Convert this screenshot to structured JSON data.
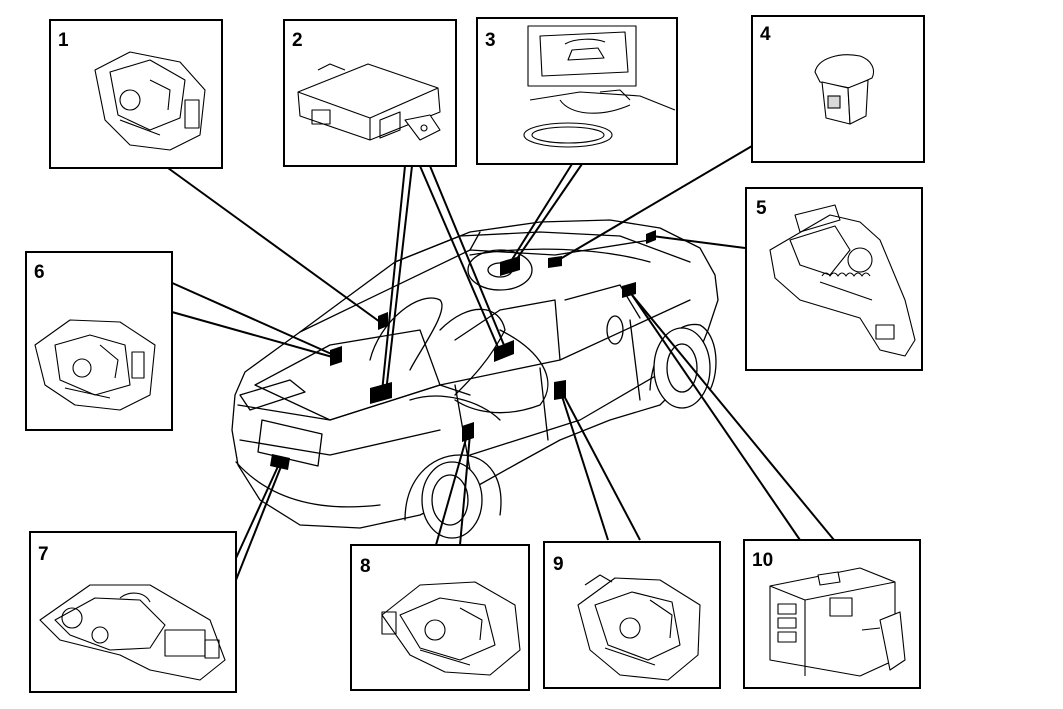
{
  "callouts": [
    {
      "id": "1",
      "label": "1"
    },
    {
      "id": "2",
      "label": "2"
    },
    {
      "id": "3",
      "label": "3"
    },
    {
      "id": "4",
      "label": "4"
    },
    {
      "id": "5",
      "label": "5"
    },
    {
      "id": "6",
      "label": "6"
    },
    {
      "id": "7",
      "label": "7"
    },
    {
      "id": "8",
      "label": "8"
    },
    {
      "id": "9",
      "label": "9"
    },
    {
      "id": "10",
      "label": "10"
    }
  ],
  "colors": {
    "line": "#000000",
    "background": "#ffffff",
    "marker": "#000000"
  }
}
